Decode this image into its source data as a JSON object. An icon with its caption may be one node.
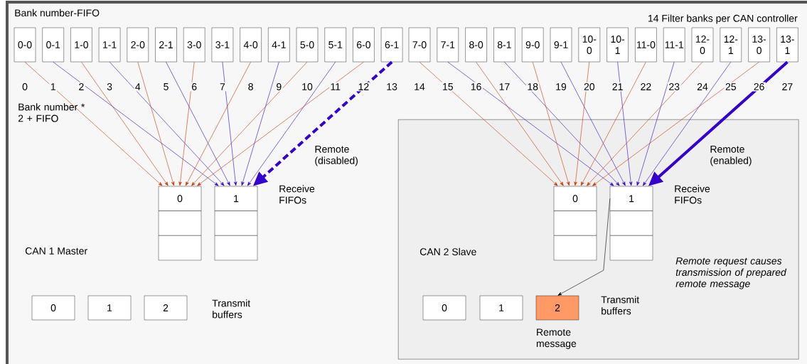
{
  "diagram": {
    "nodes": [
      {
        "text": [
          "0-0"
        ]
      },
      {
        "text": [
          "0-1"
        ]
      },
      {
        "text": [
          "1-0"
        ]
      },
      {
        "text": [
          "1-1"
        ]
      },
      {
        "text": [
          "2-0"
        ]
      },
      {
        "text": [
          "2-1"
        ]
      },
      {
        "text": [
          "3-0"
        ]
      },
      {
        "text": [
          "3-1"
        ]
      },
      {
        "text": [
          "4-0"
        ]
      },
      {
        "text": [
          "4-1"
        ]
      },
      {
        "text": [
          "5-0"
        ]
      },
      {
        "text": [
          "5-1"
        ]
      },
      {
        "text": [
          "6-0"
        ]
      },
      {
        "text": [
          "6-1"
        ]
      },
      {
        "text": [
          "7-0"
        ]
      },
      {
        "text": [
          "7-1"
        ]
      },
      {
        "text": [
          "8-0"
        ]
      },
      {
        "text": [
          "8-1"
        ]
      },
      {
        "text": [
          "9-0"
        ]
      },
      {
        "text": [
          "9-1"
        ]
      },
      {
        "text": [
          "10-0"
        ]
      },
      {
        "text": [
          "10-1"
        ]
      },
      {
        "text": [
          "11-0"
        ]
      },
      {
        "text": [
          "11-1"
        ]
      },
      {
        "text": [
          "12-0"
        ]
      },
      {
        "text": [
          "12-1"
        ]
      },
      {
        "text": [
          "13-0"
        ]
      },
      {
        "text": [
          "13-1"
        ]
      },
      {
        "text": [
          "0"
        ]
      },
      {
        "text": [],
        "shape": "box"
      },
      {
        "text": [],
        "shape": "box"
      },
      {
        "text": [
          "1"
        ]
      },
      {
        "text": [],
        "shape": "box"
      },
      {
        "text": [],
        "shape": "box"
      },
      {
        "text": [
          "0"
        ]
      },
      {
        "text": [
          "1"
        ]
      },
      {
        "text": [
          "2"
        ]
      },
      {
        "text": [
          "CAN 2 Slave"
        ]
      },
      {
        "text": [
          "0"
        ],
        "in": 37
      },
      {
        "text": [],
        "shape": "box",
        "in": 37
      },
      {
        "text": [],
        "shape": "box",
        "in": 37
      },
      {
        "text": [
          "1"
        ],
        "in": 37
      },
      {
        "text": [],
        "shape": "box",
        "in": 37
      },
      {
        "text": [],
        "shape": "box",
        "in": 37
      },
      {
        "text": [
          "0"
        ],
        "in": 37
      },
      {
        "text": [
          "1"
        ],
        "in": 37
      },
      {
        "text": [
          "2"
        ],
        "in": 37,
        "beside": [
          "Remote message"
        ]
      }
    ],
    "edges": [
      {
        "from": 0,
        "to": 28,
        "arrow": "to",
        "color": "#cc3300"
      },
      {
        "from": 1,
        "to": 31,
        "arrow": "to",
        "color": "#3300cc"
      },
      {
        "from": 2,
        "to": 28,
        "arrow": "to",
        "color": "#cc3300"
      },
      {
        "from": 3,
        "to": 31,
        "arrow": "to",
        "color": "#3300cc"
      },
      {
        "from": 4,
        "to": 28,
        "arrow": "to",
        "color": "#cc3300"
      },
      {
        "from": 5,
        "to": 31,
        "arrow": "to",
        "color": "#3300cc"
      },
      {
        "from": 6,
        "to": 28,
        "arrow": "to",
        "color": "#cc3300"
      },
      {
        "from": 7,
        "to": 31,
        "arrow": "to",
        "color": "#3300cc"
      },
      {
        "from": 8,
        "to": 28,
        "arrow": "to",
        "color": "#cc3300"
      },
      {
        "from": 9,
        "to": 31,
        "arrow": "to",
        "color": "#3300cc"
      },
      {
        "from": 10,
        "to": 28,
        "arrow": "to",
        "color": "#cc3300"
      },
      {
        "from": 11,
        "to": 31,
        "arrow": "to",
        "color": "#3300cc"
      },
      {
        "from": 12,
        "to": 28,
        "arrow": "to",
        "color": "#cc3300"
      },
      {
        "from": 13,
        "to": 31,
        "arrow": "to",
        "color": "#3300cc",
        "style": "dashed",
        "label": "Remote (disabled)"
      },
      {
        "from": 14,
        "to": 38,
        "arrow": "to",
        "color": "#cc3300"
      },
      {
        "from": 15,
        "to": 41,
        "arrow": "to",
        "color": "#3300cc"
      },
      {
        "from": 16,
        "to": 38,
        "arrow": "to",
        "color": "#cc3300"
      },
      {
        "from": 17,
        "to": 41,
        "arrow": "to",
        "color": "#3300cc"
      },
      {
        "from": 18,
        "to": 38,
        "arrow": "to",
        "color": "#cc3300"
      },
      {
        "from": 19,
        "to": 41,
        "arrow": "to",
        "color": "#3300cc"
      },
      {
        "from": 20,
        "to": 38,
        "arrow": "to",
        "color": "#cc3300"
      },
      {
        "from": 21,
        "to": 41,
        "arrow": "to",
        "color": "#3300cc"
      },
      {
        "from": 22,
        "to": 38,
        "arrow": "to",
        "color": "#cc3300"
      },
      {
        "from": 23,
        "to": 41,
        "arrow": "to",
        "color": "#3300cc"
      },
      {
        "from": 24,
        "to": 38,
        "arrow": "to",
        "color": "#cc3300"
      },
      {
        "from": 25,
        "to": 41,
        "arrow": "to",
        "color": "#3300cc"
      },
      {
        "from": 26,
        "to": 38,
        "arrow": "to",
        "color": "#cc3300"
      },
      {
        "from": 27,
        "to": 41,
        "arrow": "to",
        "color": "#3300cc",
        "style": "thick",
        "label": "Remote (enabled)"
      },
      {
        "from": 41,
        "to": 46,
        "arrow": "to",
        "color": "#000000"
      }
    ],
    "labels": [
      "Bank number-FIFO",
      "14 Filter banks per CAN controller",
      "0",
      "1",
      "2",
      "3",
      "4",
      "5",
      "6",
      "7",
      "8",
      "9",
      "10",
      "11",
      "12",
      "13",
      "14",
      "15",
      "16",
      "17",
      "18",
      "19",
      "20",
      "21",
      "22",
      "23",
      "24",
      "25",
      "26",
      "27",
      "Bank number * 2 + FIFO",
      "Receive FIFOs",
      "Receive FIFOs",
      "CAN 1 Master",
      "Remote request causes transmission of prepared remote message",
      "Transmit buffers",
      "Transmit buffers"
    ]
  }
}
